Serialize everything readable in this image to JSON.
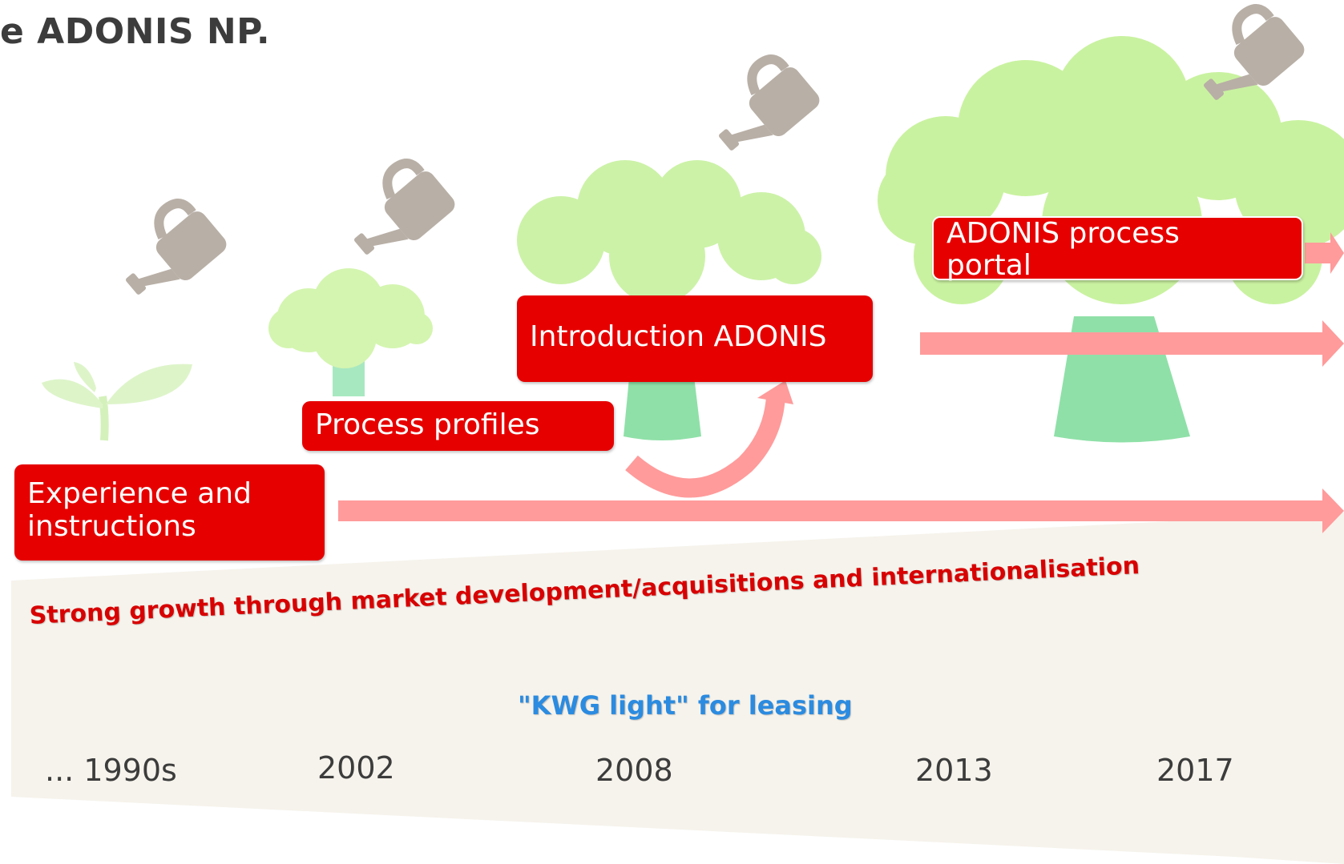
{
  "header": {
    "title": "e ADONIS NP."
  },
  "milestones": {
    "experience": {
      "line1": "Experience and",
      "line2": "instructions"
    },
    "profiles": {
      "label": "Process profiles"
    },
    "introduction": {
      "label": "Introduction ADONIS"
    },
    "portal": {
      "line1": "ADONIS process",
      "line2": "portal"
    }
  },
  "band": {
    "growth_text": "Strong growth through market development/acquisitions and internationalisation",
    "kwg_text": "\"KWG light\" for leasing"
  },
  "timeline": {
    "years": [
      "... 1990s",
      "2002",
      "2008",
      "2013",
      "2017"
    ]
  },
  "colors": {
    "milestone_box": "#e60000",
    "arrow": "#ff9b9b",
    "growth_text": "#d80000",
    "kwg_text": "#2b8be0",
    "foliage": "#c9f2a0",
    "trunk": "#8fe0a8",
    "watering_can": "#b8afa6",
    "band": "#f6f3ec"
  },
  "icons": [
    "watering-can-icon",
    "tree-icon",
    "sprout-icon"
  ]
}
